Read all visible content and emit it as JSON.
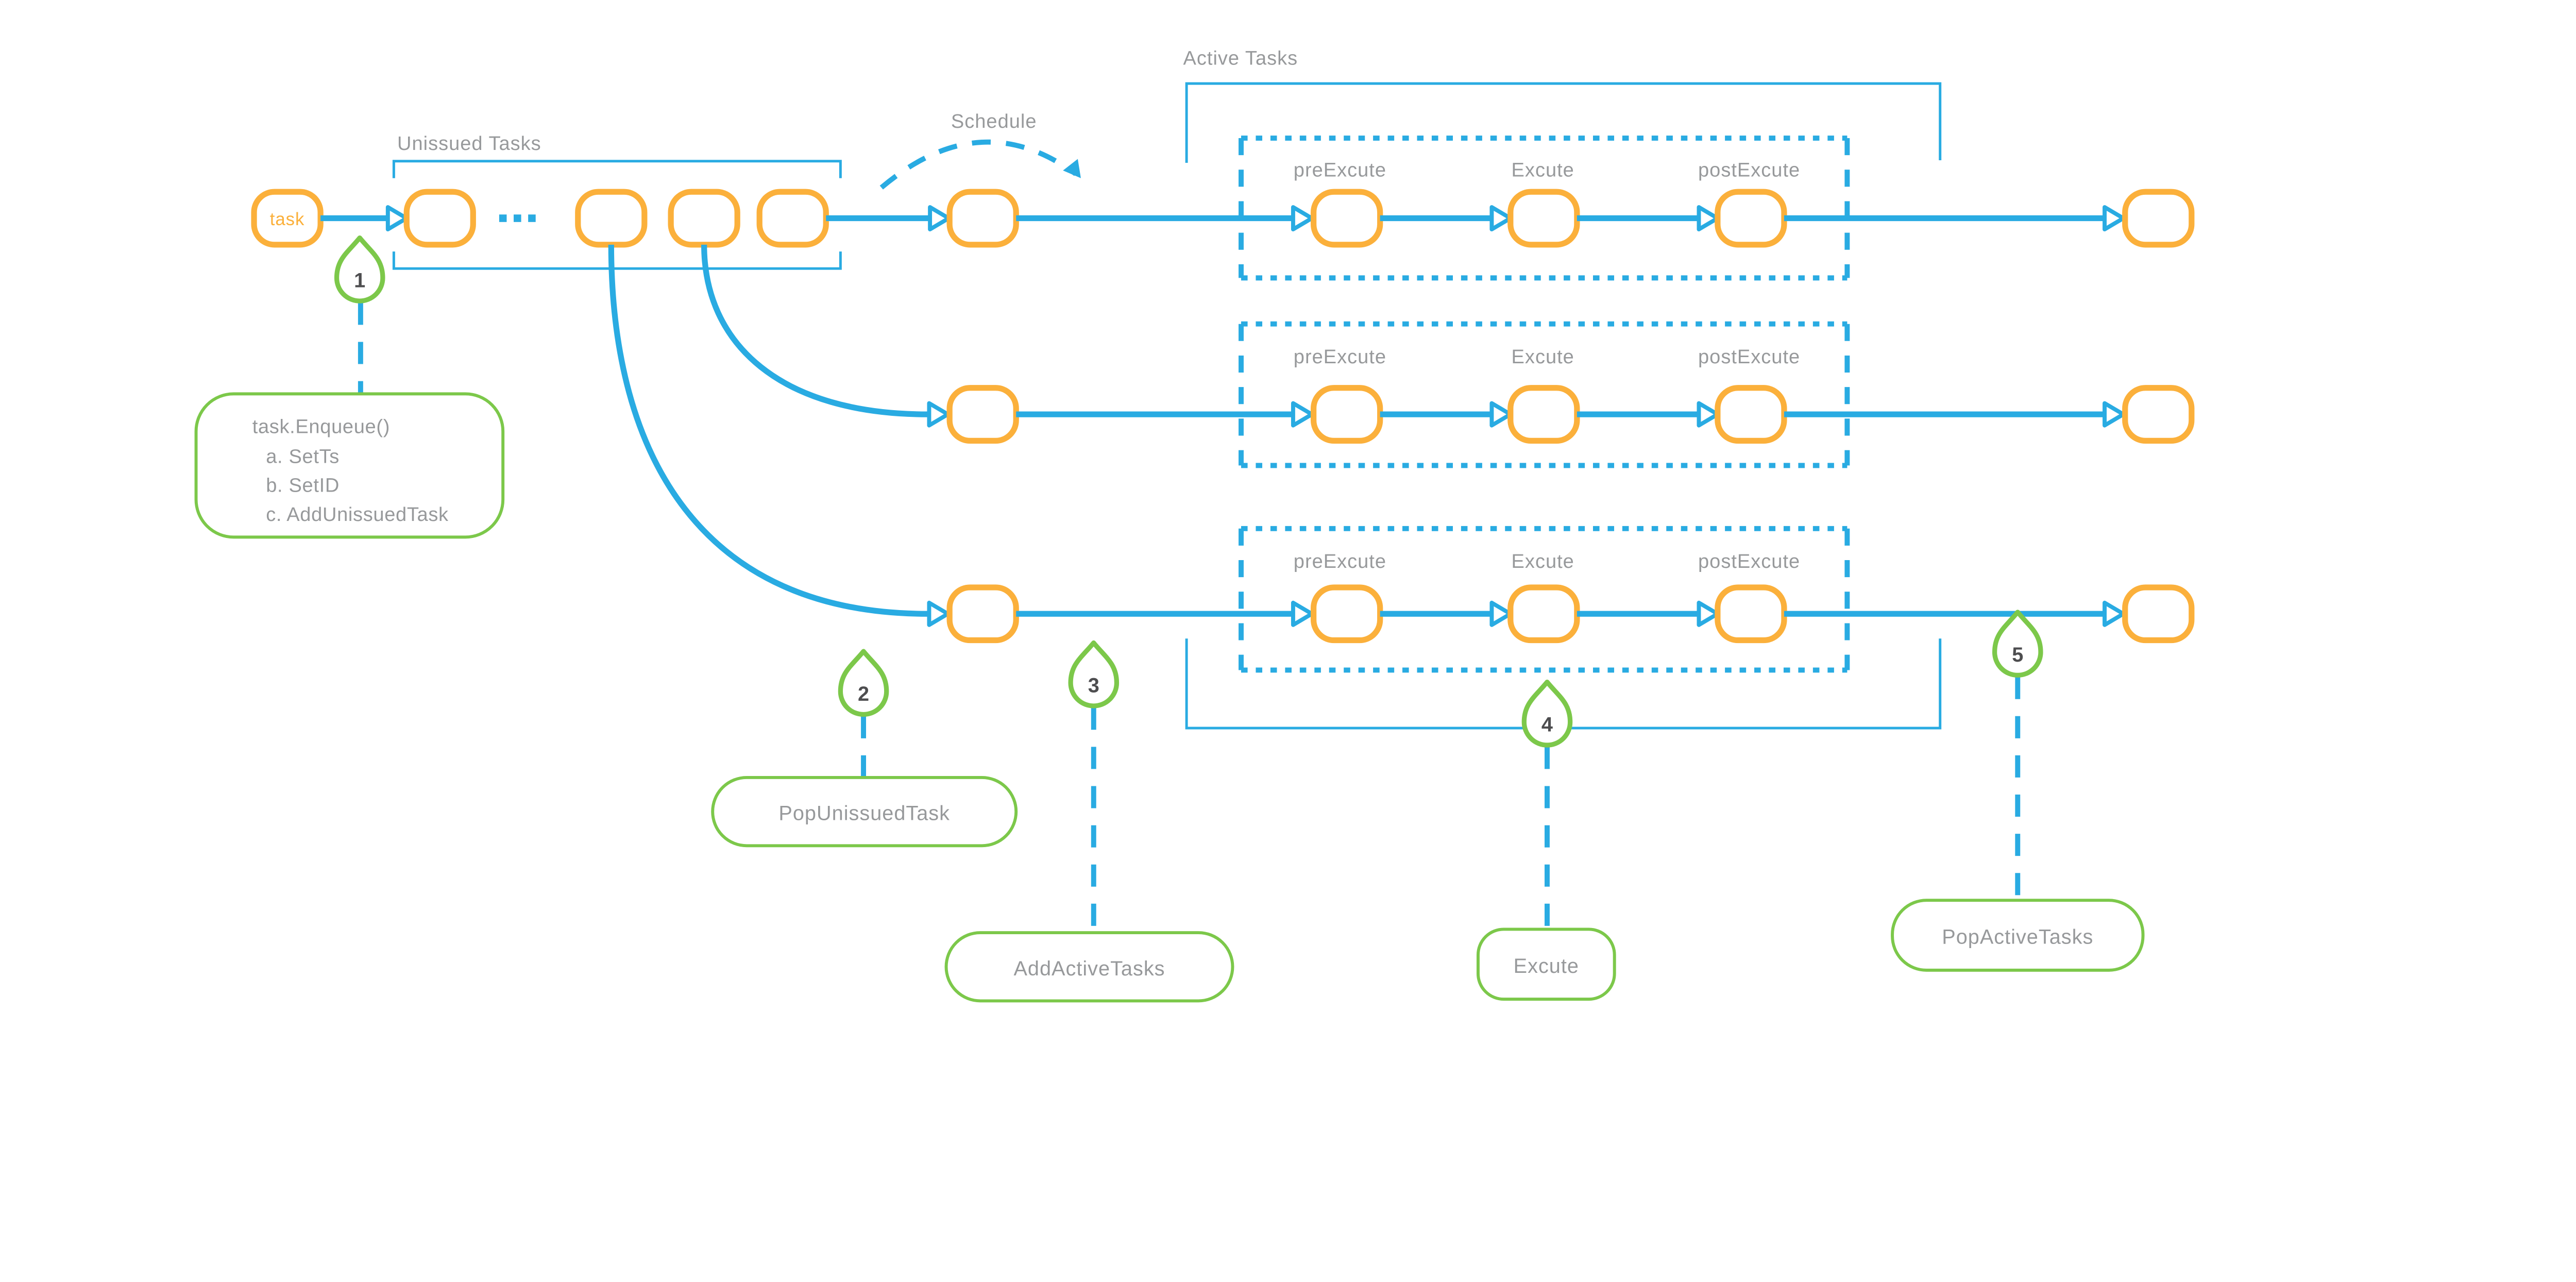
{
  "colors": {
    "blue": "#29ABE2",
    "orange": "#FBB03B",
    "green": "#7CC84A",
    "text_gray": "#97999B",
    "marker_number": "#4D4D4F"
  },
  "labels": {
    "unissued_tasks": "Unissued Tasks",
    "schedule": "Schedule",
    "active_tasks": "Active Tasks",
    "task_node": "task"
  },
  "rows": [
    {
      "pre": "preExcute",
      "exec": "Excute",
      "post": "postExcute"
    },
    {
      "pre": "preExcute",
      "exec": "Excute",
      "post": "postExcute"
    },
    {
      "pre": "preExcute",
      "exec": "Excute",
      "post": "postExcute"
    }
  ],
  "markers": [
    {
      "num": "1",
      "title": "task.Enqueue()",
      "steps": [
        "a. SetTs",
        "b. SetID",
        "c. AddUnissuedTask"
      ]
    },
    {
      "num": "2",
      "title": "PopUnissuedTask"
    },
    {
      "num": "3",
      "title": "AddActiveTasks"
    },
    {
      "num": "4",
      "title": "Excute"
    },
    {
      "num": "5",
      "title": "PopActiveTasks"
    }
  ]
}
